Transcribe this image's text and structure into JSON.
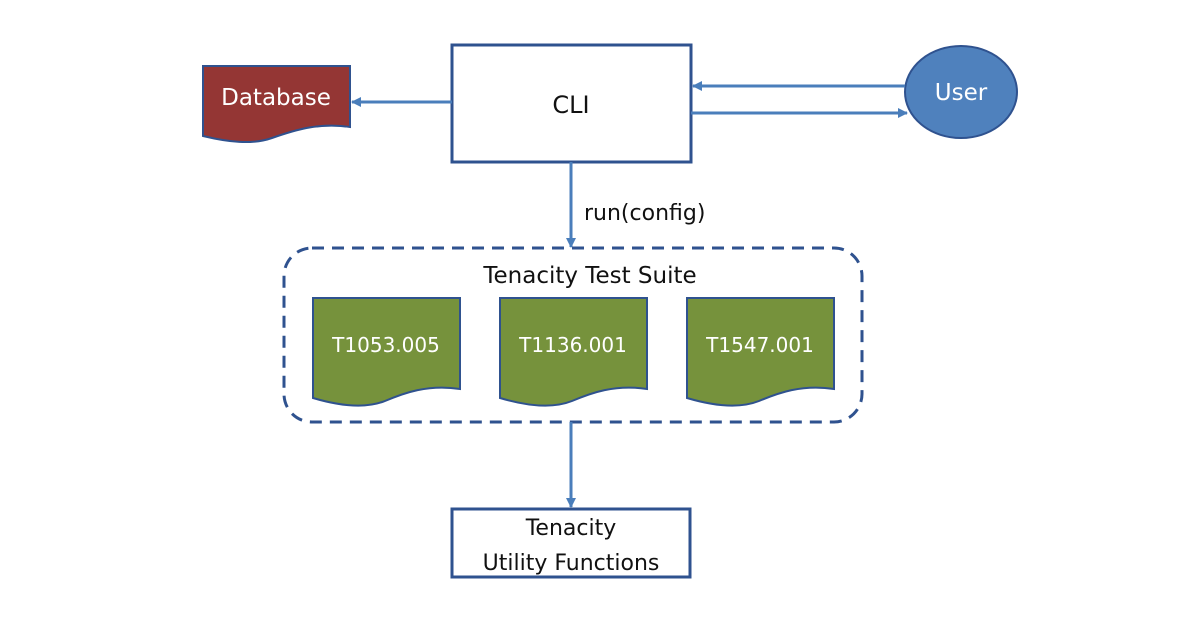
{
  "nodes": {
    "database": {
      "label": "Database",
      "color": "#943634"
    },
    "cli": {
      "label": "CLI"
    },
    "user": {
      "label": "User",
      "color": "#4f81bd"
    },
    "test_suite": {
      "label": "Tenacity Test Suite"
    },
    "tests": [
      {
        "label": "T1053.005",
        "color": "#76923c"
      },
      {
        "label": "T1136.001",
        "color": "#76923c"
      },
      {
        "label": "T1547.001",
        "color": "#76923c"
      }
    ],
    "utility": {
      "label_line1": "Tenacity",
      "label_line2": "Utility Functions"
    }
  },
  "edges": {
    "run_label": "run(config)"
  },
  "colors": {
    "outline": "#2f528f",
    "arrow": "#4a7ebb",
    "text_light": "#ffffff",
    "text_dark": "#111111"
  }
}
